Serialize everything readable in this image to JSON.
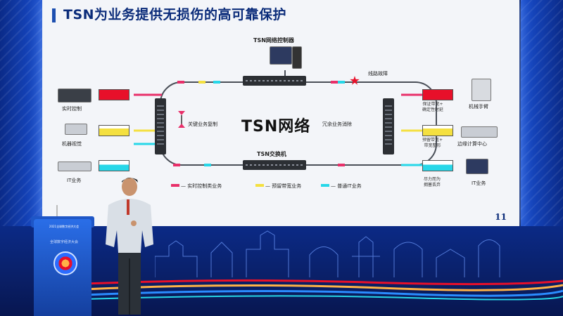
{
  "slide": {
    "title": "TSN为业务提供无损伤的高可靠保护",
    "page_number": "11",
    "center_label": "TSN网络",
    "top_device": "TSN网络控制器",
    "bottom_device": "TSN交换机",
    "fault_label": "线路故障",
    "left_labels": [
      "实时控制",
      "机器视觉",
      "IT业务"
    ],
    "right_labels": [
      "机械手臂",
      "边缘计算中心",
      "IT业务"
    ],
    "right_notes": [
      "保证带宽+\n确定性时延",
      "预留带宽+\n带宽整形",
      "尽力而为\n拥塞丢弃"
    ],
    "replicate_label": "关键业务复制",
    "eliminate_label": "冗余业务消除",
    "legend": [
      {
        "text": "— 实时控制类业务",
        "color": "#e8306a"
      },
      {
        "text": "— 预留带宽业务",
        "color": "#f4e040"
      },
      {
        "text": "— 普通IT业务",
        "color": "#27d7e8"
      }
    ]
  },
  "podium": {
    "line1": "2021全球数字经济大会",
    "line2": "全球数字经济大会"
  },
  "colors": {
    "accent_red": "#e8102a",
    "navy": "#0b2c7a",
    "cyan": "#27d7e8",
    "yellow": "#f4e040"
  }
}
